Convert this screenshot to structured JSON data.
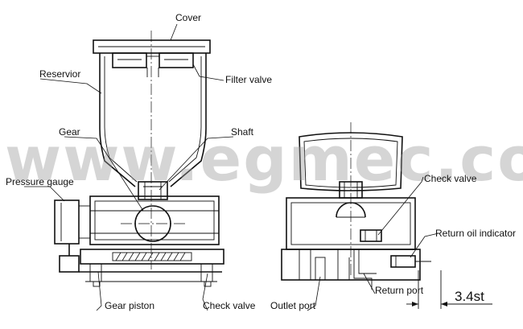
{
  "watermark": "www.egmec.com",
  "labels": {
    "cover": "Cover",
    "reservoir": "Reservior",
    "filter_valve": "Filter valve",
    "gear": "Gear",
    "shaft": "Shaft",
    "pressure_gauge": "Pressure gauge",
    "gear_piston": "Gear piston",
    "check_valve_bottom": "Check valve",
    "outlet_port": "Outlet port",
    "check_valve_right": "Check valve",
    "return_oil_indicator": "Return oil indicator",
    "return_port": "Return port",
    "stroke_dimension": "3.4st"
  }
}
